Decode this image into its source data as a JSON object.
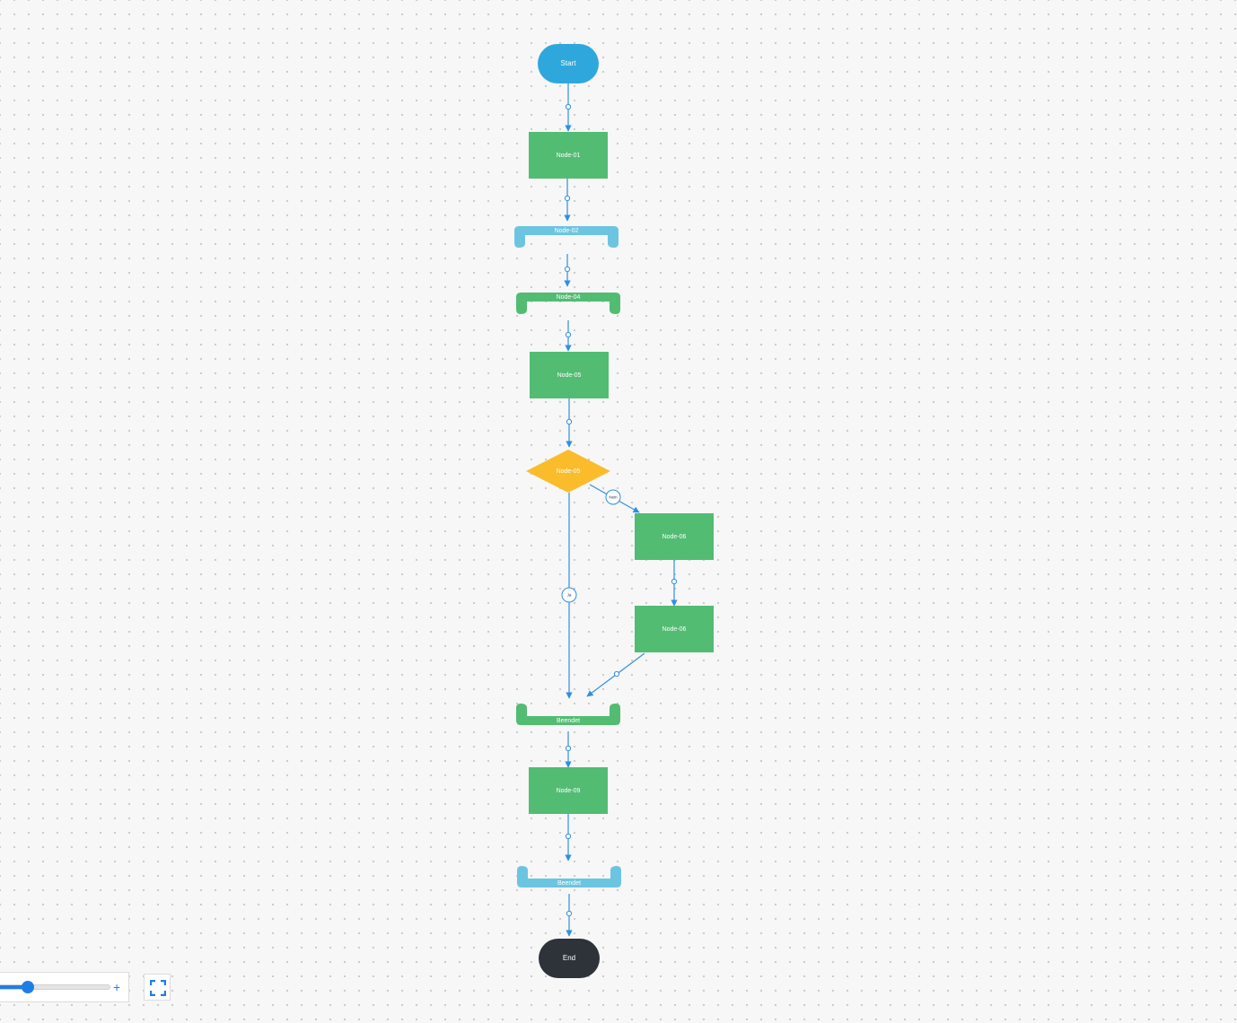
{
  "diagram": {
    "colors": {
      "terminal_start": "#2ea8dc",
      "terminal_end": "#2d3339",
      "process": "#52bc73",
      "loop_green": "#52bc73",
      "loop_blue": "#6cc5e0",
      "decision": "#fbbc2c",
      "edge": "#2f8fe0"
    },
    "nodes": [
      {
        "id": "start",
        "shape": "terminal",
        "label": "Start",
        "color": "#2ea8dc"
      },
      {
        "id": "n01",
        "shape": "process",
        "label": "Node-01",
        "color": "#52bc73"
      },
      {
        "id": "n02",
        "shape": "loop-start",
        "label": "Node-02",
        "color": "#6cc5e0"
      },
      {
        "id": "n04",
        "shape": "loop-start",
        "label": "Node-04",
        "color": "#52bc73"
      },
      {
        "id": "n05",
        "shape": "process",
        "label": "Node-05",
        "color": "#52bc73"
      },
      {
        "id": "d05",
        "shape": "decision",
        "label": "Node-05",
        "color": "#fbbc2c"
      },
      {
        "id": "n06a",
        "shape": "process",
        "label": "Node-06",
        "color": "#52bc73"
      },
      {
        "id": "n06b",
        "shape": "process",
        "label": "Node-06",
        "color": "#52bc73"
      },
      {
        "id": "b1",
        "shape": "loop-end",
        "label": "Beendet",
        "color": "#52bc73"
      },
      {
        "id": "n09",
        "shape": "process",
        "label": "Node-09",
        "color": "#52bc73"
      },
      {
        "id": "b2",
        "shape": "loop-end",
        "label": "Beendet",
        "color": "#6cc5e0"
      },
      {
        "id": "end",
        "shape": "terminal",
        "label": "End",
        "color": "#2d3339"
      }
    ],
    "edges": [
      {
        "from": "start",
        "to": "n01",
        "label": ""
      },
      {
        "from": "n01",
        "to": "n02",
        "label": ""
      },
      {
        "from": "n02",
        "to": "n04",
        "label": ""
      },
      {
        "from": "n04",
        "to": "n05",
        "label": ""
      },
      {
        "from": "n05",
        "to": "d05",
        "label": ""
      },
      {
        "from": "d05",
        "to": "n06a",
        "label": "Nein"
      },
      {
        "from": "d05",
        "to": "b1",
        "label": "Ja"
      },
      {
        "from": "n06a",
        "to": "n06b",
        "label": ""
      },
      {
        "from": "n06b",
        "to": "b1",
        "label": ""
      },
      {
        "from": "b1",
        "to": "n09",
        "label": ""
      },
      {
        "from": "n09",
        "to": "b2",
        "label": ""
      },
      {
        "from": "b2",
        "to": "end",
        "label": ""
      }
    ]
  },
  "controls": {
    "zoom_level": 0.27,
    "zoom_plus_label": "+",
    "zoom_plus_icon": "plus-icon",
    "fit_icon": "fit-screen-icon"
  }
}
